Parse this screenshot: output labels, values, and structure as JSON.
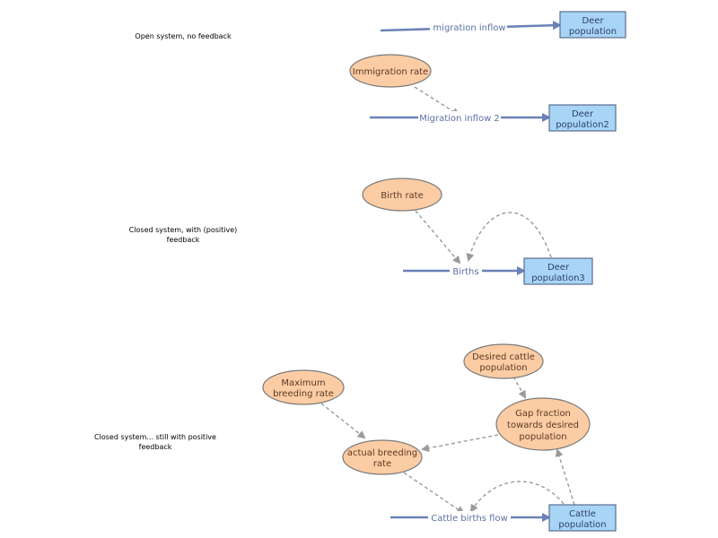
{
  "notes": {
    "open": "Open system, no feedback",
    "closed_line1": "Closed system, with (positive)",
    "closed_line2": "feedback",
    "still_line1": "Closed system... still with positive",
    "still_line2": "feedback"
  },
  "stocks": {
    "deer1": [
      "Deer",
      "population"
    ],
    "deer2": [
      "Deer",
      "population2"
    ],
    "deer3": [
      "Deer",
      "population3"
    ],
    "cattle": [
      "Cattle",
      "population"
    ]
  },
  "flows": {
    "migration_inflow": "migration inflow",
    "migration_inflow_2": "Migration inflow 2",
    "births": "Births",
    "cattle_births_flow": "Cattle births flow"
  },
  "auxiliaries": {
    "immigration_rate": [
      "Immigration rate"
    ],
    "birth_rate": [
      "Birth rate"
    ],
    "desired_cattle_population": [
      "Desired cattle",
      "population"
    ],
    "maximum_breeding_rate": [
      "Maximum",
      "breeding rate"
    ],
    "gap_fraction": [
      "Gap fraction",
      "towards desired",
      "population"
    ],
    "actual_breeding_rate": [
      "actual breeding",
      "rate"
    ]
  },
  "colors": {
    "stock_fill": "#a8d4f5",
    "auxiliary_fill": "#fccca4",
    "flow_color": "#6b82b8",
    "link_color": "#9a9a9a"
  }
}
